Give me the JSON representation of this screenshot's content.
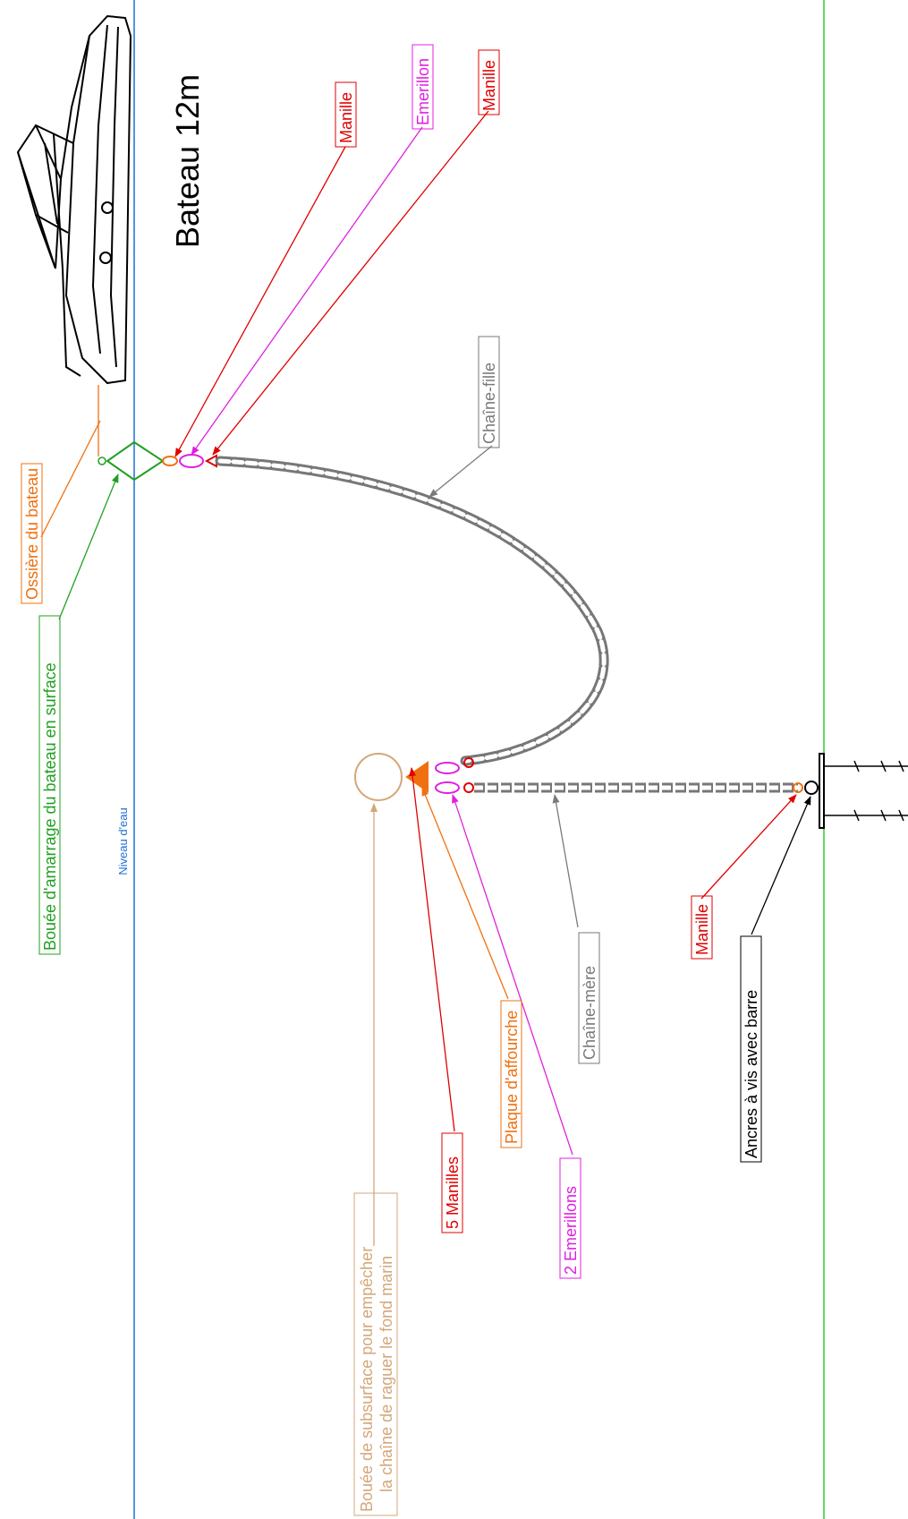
{
  "diagram": {
    "boat_title": "Bateau 12m",
    "water_level": "Niveau d'eau",
    "labels": {
      "ossiere": "Ossière du bateau",
      "bouee_amarrage": "Bouée d'amarrage du bateau en surface",
      "manille_top_1": "Manille",
      "emerillon_top": "Emerillon",
      "manille_top_2": "Manille",
      "chaine_fille": "Chaîne-fille",
      "chaine_mere": "Chaîne-mère",
      "bouee_subsurface_line1": "Bouée de subsurface pour empêcher",
      "bouee_subsurface_line2": "la chaîne de raguer le fond marin",
      "cinq_manilles": "5 Manilles",
      "plaque_affourche": "Plaque d'affourche",
      "deux_emerillons": "2 Emerillons",
      "manille_bottom": "Manille",
      "ancres": "Ancres à vis avec barre"
    }
  },
  "colors": {
    "water_line": "#1f6fd6",
    "seabed_line": "#33cc33",
    "red": "#e00000",
    "magenta": "#e020e0",
    "orange": "#f07010",
    "green": "#20a020",
    "gray": "#7a7a7a",
    "tan": "#d4a77a",
    "black": "#000000"
  }
}
